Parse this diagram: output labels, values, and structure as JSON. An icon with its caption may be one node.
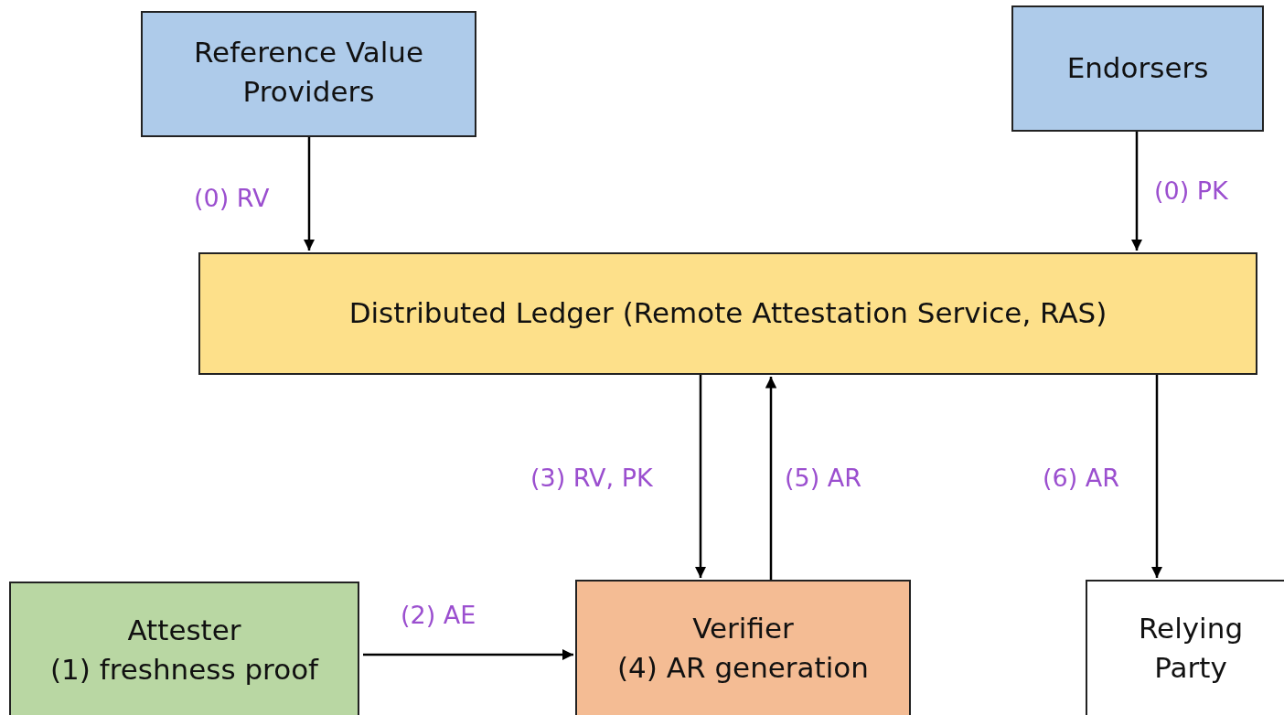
{
  "diagram": {
    "nodes": [
      {
        "text": [
          "Reference Value Providers"
        ]
      },
      {
        "text": [
          "Endorsers"
        ]
      },
      {
        "text": [
          "Distributed Ledger (Remote Attestation Service, RAS)"
        ]
      },
      {
        "text": [
          "Attester",
          "(1) freshness proof"
        ]
      },
      {
        "text": [
          "Verifier",
          "(4) AR generation"
        ]
      },
      {
        "text": [
          "Relying Party"
        ]
      }
    ],
    "edges": [
      {
        "from": 0,
        "to": 2,
        "arrow": "to",
        "label": "(0) RV"
      },
      {
        "from": 1,
        "to": 2,
        "arrow": "to",
        "label": "(0) PK"
      },
      {
        "from": 2,
        "to": 4,
        "arrow": "to",
        "label": "(3) RV, PK"
      },
      {
        "from": 4,
        "to": 2,
        "arrow": "to",
        "label": "(5) AR"
      },
      {
        "from": 2,
        "to": 5,
        "arrow": "to",
        "label": "(6) AR"
      },
      {
        "from": 3,
        "to": 4,
        "arrow": "to",
        "label": "(2) AE"
      }
    ]
  }
}
